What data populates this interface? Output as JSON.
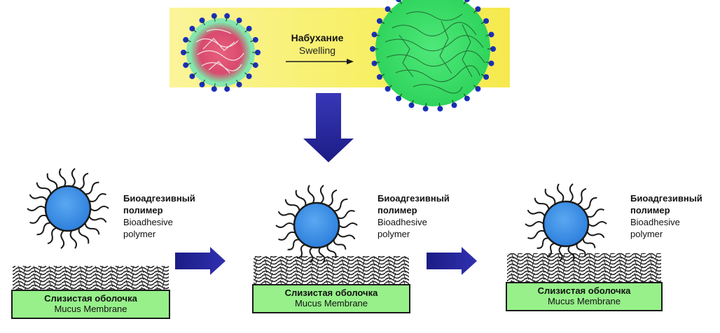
{
  "swelling": {
    "label_ru": "Набухание",
    "label_en": "Swelling"
  },
  "stages": [
    {
      "polymer_ru_1": "Биоадгезивный",
      "polymer_ru_2": "полимер",
      "polymer_en_1": "Bioadhesive",
      "polymer_en_2": "polymer",
      "membrane_ru": "Слизистая оболочка",
      "membrane_en": "Mucus Membrane"
    },
    {
      "polymer_ru_1": "Биоадгезивный",
      "polymer_ru_2": "полимер",
      "polymer_en_1": "Bioadhesive",
      "polymer_en_2": "polymer",
      "membrane_ru": "Слизистая оболочка",
      "membrane_en": "Mucus Membrane"
    },
    {
      "polymer_ru_1": "Биоадгезивный",
      "polymer_ru_2": "полимер",
      "polymer_en_1": "Bioadhesive",
      "polymer_en_2": "polymer",
      "membrane_ru": "Слизистая оболочка",
      "membrane_en": "Mucus Membrane"
    }
  ],
  "colors": {
    "swell_background": "#f7ef63",
    "particle_core": "#3a8de6",
    "membrane_fill": "#97f08a",
    "arrow": "#2a2a9c",
    "swollen_gel": "#3ce06a",
    "dry_core": "#e0607a",
    "terminal_dots": "#1a2fc0"
  }
}
